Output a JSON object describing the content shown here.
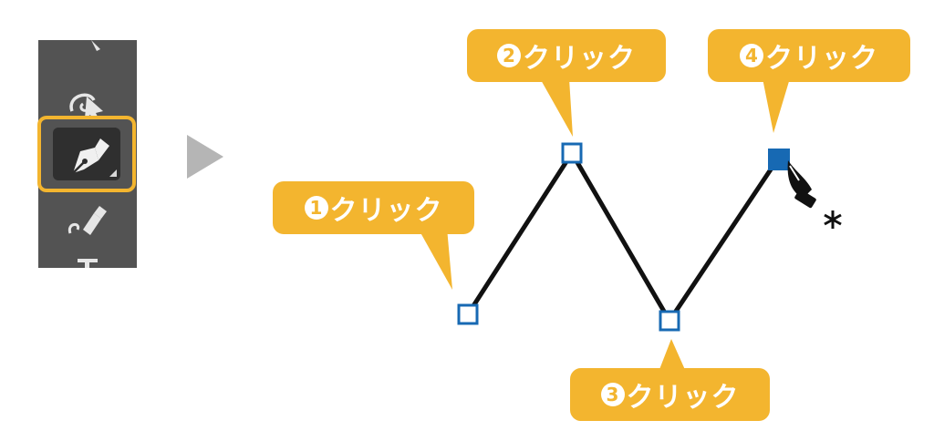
{
  "toolbar": {
    "tools": [
      {
        "name": "curvature-tool"
      },
      {
        "name": "pen-tool",
        "selected": true
      },
      {
        "name": "freeform-pen-tool"
      },
      {
        "name": "type-tool"
      }
    ]
  },
  "callouts": [
    {
      "number": "1",
      "label": "クリック"
    },
    {
      "number": "2",
      "label": "クリック"
    },
    {
      "number": "3",
      "label": "クリック"
    },
    {
      "number": "4",
      "label": "クリック"
    }
  ],
  "colors": {
    "callout": "#f3b52f",
    "anchor_stroke": "#1769b3",
    "anchor_fill_active": "#1769b3",
    "path_line": "#111111",
    "toolbar_bg": "#535353",
    "arrow": "#b5b5b5"
  }
}
